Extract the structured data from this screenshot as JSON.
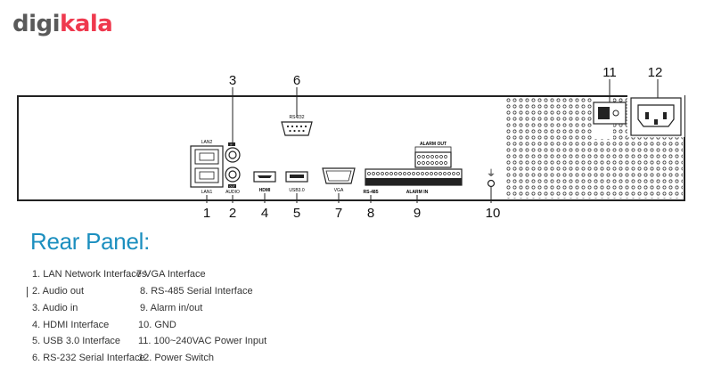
{
  "brand": {
    "part1": "digi",
    "part2": "kala"
  },
  "callouts": [
    "1",
    "2",
    "3",
    "4",
    "5",
    "6",
    "7",
    "8",
    "9",
    "10",
    "11",
    "12"
  ],
  "panel_labels": {
    "lan2": "LAN2",
    "lan1": "LAN1",
    "audio_in": "IN",
    "audio_out": "OUT",
    "audio": "AUDIO",
    "hdmi": "HDMI",
    "usb": "USB3.0",
    "vga": "VGA",
    "rs232": "RS-232",
    "rs485": "RS-485",
    "alarm_out": "ALARM OUT",
    "alarm_in": "ALARM IN",
    "gnd": "⏚"
  },
  "section_title": "Rear Panel:",
  "legend": {
    "col1": [
      "1. LAN Network Interfaces",
      "2. Audio out",
      "3. Audio in",
      "4. HDMI Interface",
      "5. USB 3.0 Interface",
      "6. RS-232 Serial Interface"
    ],
    "col2": [
      "7  VGA Interface",
      "8. RS-485 Serial Interface",
      "9. Alarm in/out",
      "10. GND",
      "11. 100~240VAC Power Input",
      "12. Power Switch"
    ]
  }
}
